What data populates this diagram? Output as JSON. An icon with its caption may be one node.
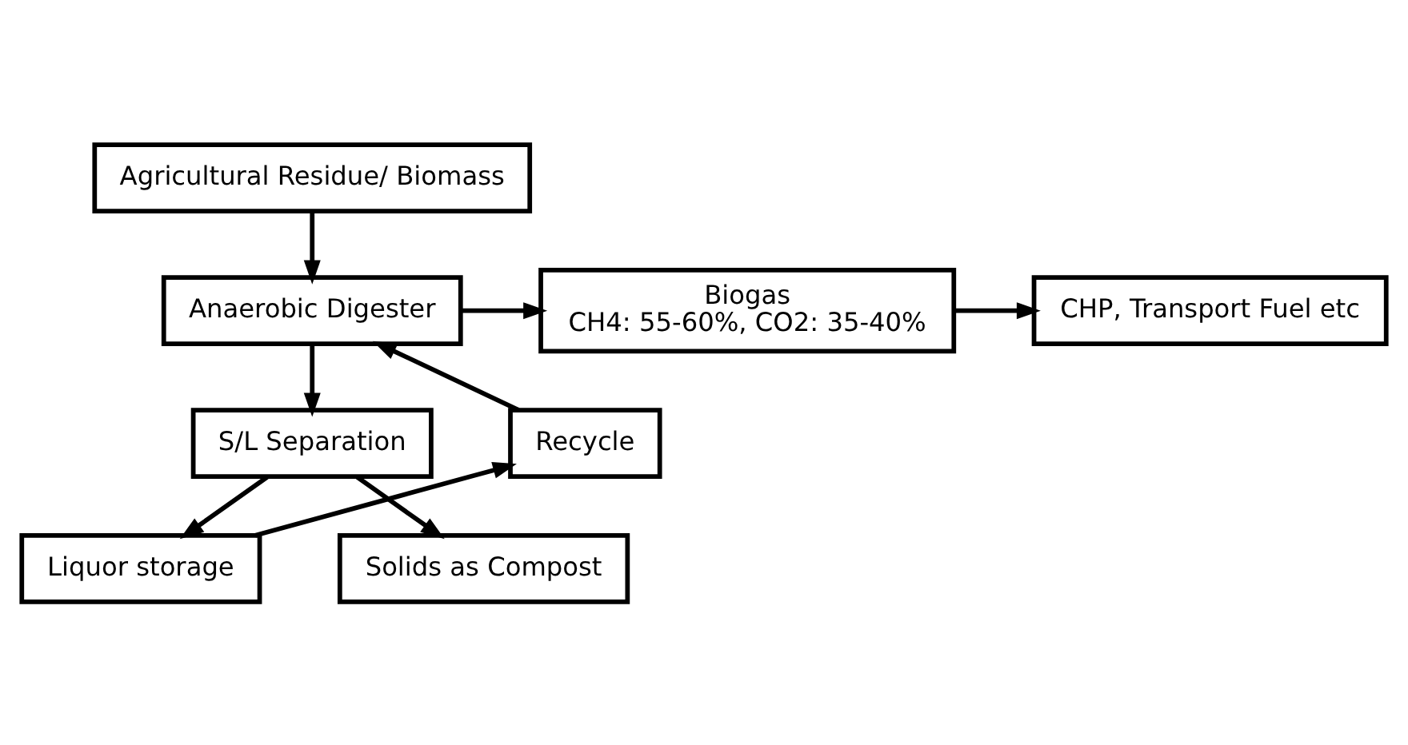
{
  "diagram": {
    "nodes": [
      {
        "text": [
          "Agricultural Residue/ Biomass"
        ]
      },
      {
        "text": [
          "Anaerobic Digester"
        ]
      },
      {
        "text": [
          "Biogas",
          "CH4: 55-60%, CO2: 35-40%"
        ]
      },
      {
        "text": [
          "CHP, Transport Fuel etc"
        ]
      },
      {
        "text": [
          "Recycle"
        ]
      },
      {
        "text": [
          "S/L Separation"
        ]
      },
      {
        "text": [
          "Liquor storage"
        ]
      },
      {
        "text": [
          "Solids as Compost"
        ]
      }
    ],
    "edges": [
      {
        "from": 0,
        "to": 1,
        "arrow": "to"
      },
      {
        "from": 1,
        "to": 2,
        "arrow": "to"
      },
      {
        "from": 2,
        "to": 3,
        "arrow": "to"
      },
      {
        "from": 1,
        "to": 5,
        "arrow": "to"
      },
      {
        "from": 5,
        "to": 6,
        "arrow": "to"
      },
      {
        "from": 5,
        "to": 7,
        "arrow": "to"
      },
      {
        "from": 6,
        "to": 4,
        "arrow": "to"
      },
      {
        "from": 4,
        "to": 1,
        "arrow": "to"
      }
    ]
  }
}
